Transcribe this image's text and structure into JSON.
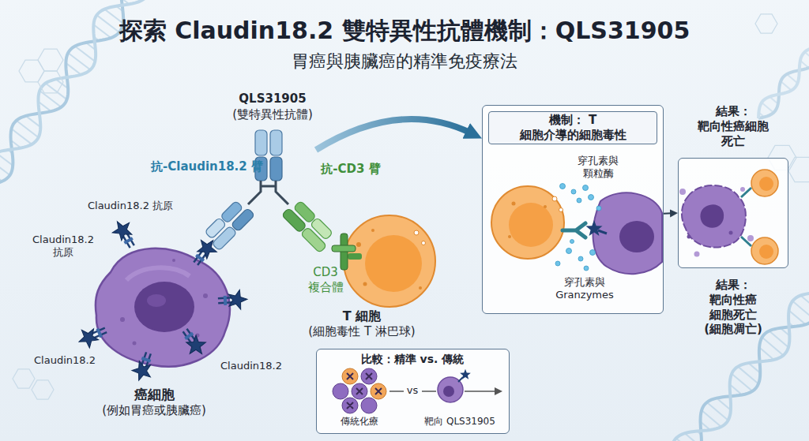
{
  "diagram": {
    "title": "探索 Claudin18.2 雙特異性抗體機制：QLS31905",
    "nodes": [
      {
        "text": [
          "癌細胞",
          "(例如胃癌或胰臟癌)"
        ]
      },
      {
        "text": [
          "QLS31905",
          "(雙特異性抗體)"
        ]
      },
      {
        "text": [
          "T 細胞",
          "(細胞毒性 T 淋巴球)"
        ]
      },
      {
        "text": [
          "穿孔素與 顆粒酶",
          "穿孔素與 Granzymes"
        ]
      },
      {
        "text": [
          "機制： T 細胞介導的細胞毒性"
        ],
        "in": 3
      },
      {
        "text": [
          "結果： 靶向性癌細胞 死亡",
          "結果： 靶向性癌 細胞死亡 (細胞凋亡)"
        ]
      },
      {
        "text": [
          "比較：精準 vs. 傳統",
          "vs",
          "傳統化療",
          "靶向 QLS31905"
        ]
      }
    ],
    "edges": [
      {
        "from": 1,
        "to": 3,
        "arrow": "to"
      },
      {
        "from": 3,
        "to": 5,
        "arrow": "to"
      }
    ],
    "labels": [
      "胃癌與胰臟癌的精準免疫療法",
      "抗-Claudin18.2 臂",
      "抗-CD3 臂",
      "Claudin18.2 抗原",
      "Claudin18.2 抗原",
      "CD3 複合體",
      "Claudin18.2",
      "Claudin18.2"
    ]
  }
}
